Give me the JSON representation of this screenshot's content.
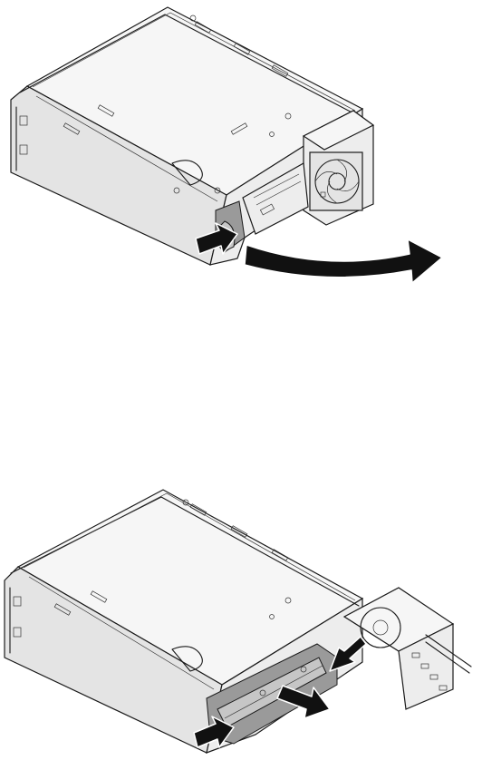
{
  "figures": [
    {
      "id": "step-1",
      "description_visible_text": "",
      "components": [
        "drive-cage",
        "fan-bracket",
        "release-latch",
        "push-arrow",
        "swing-arrow"
      ]
    },
    {
      "id": "step-2",
      "description_visible_text": "",
      "components": [
        "drive-cage",
        "fan-bracket-opened",
        "rail-bracket",
        "push-arrow",
        "pull-arrow",
        "squeeze-arrow"
      ]
    }
  ],
  "colors": {
    "line": "#1a1a1a",
    "highlight": "#9a9a9a",
    "arrow": "#111111",
    "background": "#ffffff"
  }
}
